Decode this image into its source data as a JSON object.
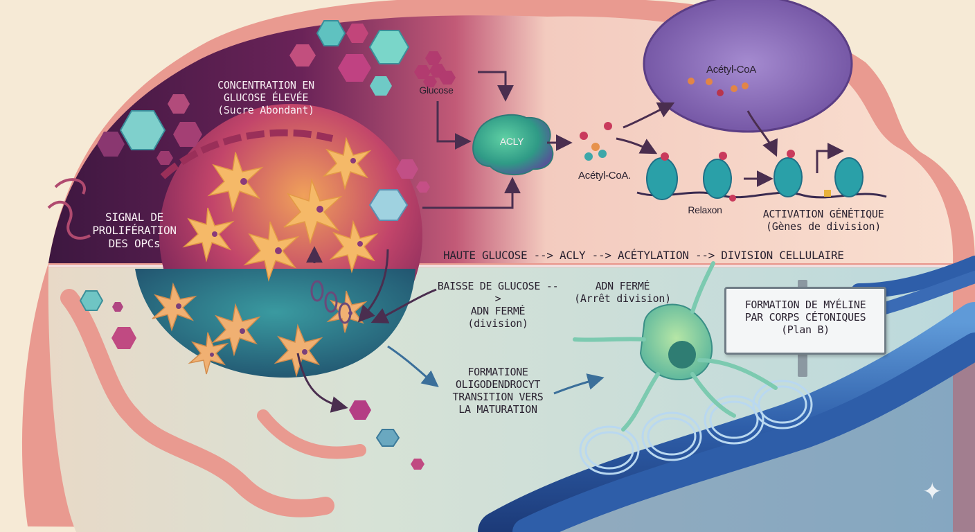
{
  "top": {
    "glucose_high": [
      "CONCENTRATION EN",
      "GLUCOSE ÉLEVÉE",
      "(Sucre Abondant)"
    ],
    "signal": [
      "SIGNAL DE",
      "PROLIFÉRATION",
      "DES OPCs"
    ],
    "glucose": "Glucose",
    "acly": "ACLY",
    "acetyl_nucleus": "Acétyl-CoA",
    "acetyl_cyto": "Acétyl-CoA.",
    "relaxon": "Relaxon",
    "activation": [
      "ACTIVATION GÉNÉTIQUE",
      "(Gènes de division)"
    ],
    "pathway": "HAUTE GLUCOSE --> ACLY --> ACÉTYLATION  --> DIVISION CELLULAIRE"
  },
  "bottom": {
    "low_glucose": [
      "BAISSE DE GLUCOSE -->",
      "ADN FERMÉ",
      "(division)"
    ],
    "closed_dna": [
      "ADN FERMÉ",
      "(Arrêt division)"
    ],
    "formation": [
      "FORMATIONE",
      "OLIGODENDROCYT",
      "TRANSITION VERS",
      "LA MATURATION"
    ],
    "sign": [
      "FORMATION DE MYÉLINE",
      "PAR CORPS CÉTONIQUES",
      "(Plan B)"
    ]
  },
  "colors": {
    "top_left": "#5b1f4e",
    "top_right": "#f7d9c8",
    "bottom": "#cfe3df",
    "brain_outline": "#e99a90",
    "acly": "#3aa58a",
    "nucleus": "#8a6bb5",
    "axon": "#2f5fa8"
  },
  "icons": [
    "glucose-crystal-icon",
    "astrocyte-cell-icon",
    "nucleosome-icon",
    "arrow-icon",
    "sparkle-icon"
  ]
}
